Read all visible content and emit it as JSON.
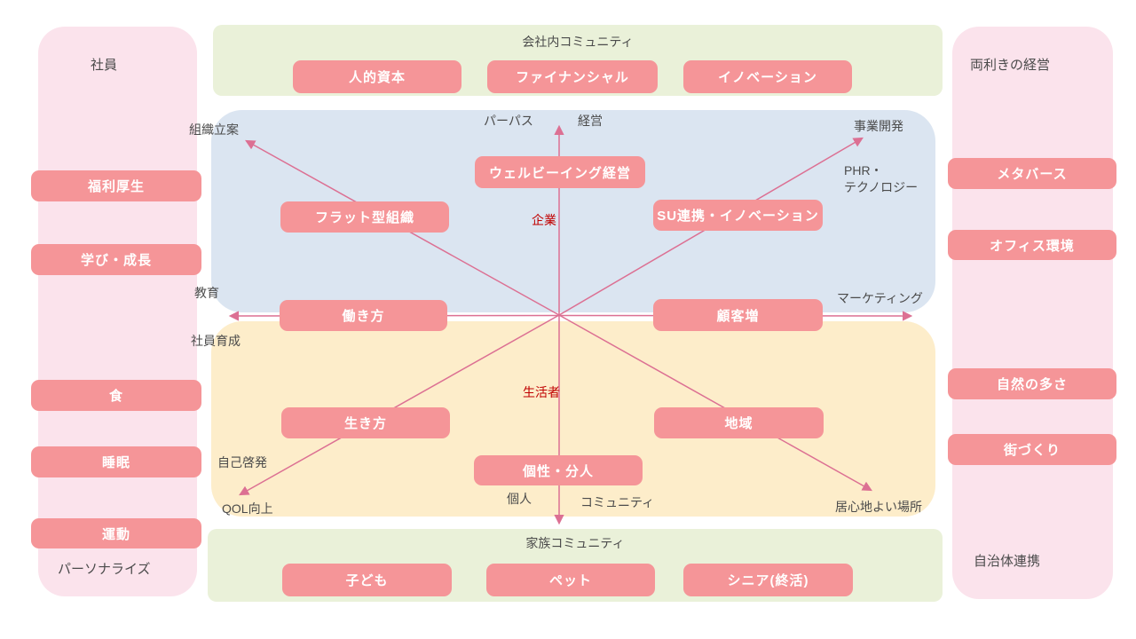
{
  "colors": {
    "chip_fill": "#f59598",
    "chip_text": "#ffffff",
    "panel_pink": "#fbe3ec",
    "panel_green": "#eaf1d9",
    "panel_blue": "#dbe5f1",
    "panel_yellow": "#fdedca",
    "arrow": "#dc7093",
    "red_label": "#c00000",
    "gray_label": "#4b4b4b"
  },
  "left_panel": {
    "title": "社員",
    "items": [
      "福利厚生",
      "学び・成長",
      "食",
      "睡眠",
      "運動"
    ],
    "footer": "パーソナライズ"
  },
  "top_panel": {
    "title": "会社内コミュニティ",
    "items": [
      "人的資本",
      "ファイナンシャル",
      "イノベーション"
    ]
  },
  "right_panel": {
    "title": "両利きの経営",
    "items": [
      "メタバース",
      "オフィス環境",
      "自然の多さ",
      "街づくり"
    ],
    "footer": "自治体連携"
  },
  "bottom_panel": {
    "title": "家族コミュニティ",
    "items": [
      "子ども",
      "ペット",
      "シニア(終活)"
    ]
  },
  "matrix": {
    "center_top_label": "企業",
    "center_bottom_label": "生活者",
    "axis_ends": {
      "top_left_diag": "組織立案",
      "top_axis_left": "パーパス",
      "top_axis_right": "経営",
      "top_right_diag": "事業開発",
      "right_note_line1": "PHR・",
      "right_note_line2": "テクノロジー",
      "left_upper": "教育",
      "left_lower": "社員育成",
      "right_axis": "マーケティング",
      "left_diag_note": "自己啓発",
      "bottom_left_diag": "QOL向上",
      "bottom_axis_left": "個人",
      "bottom_axis_right": "コミュニティ",
      "bottom_right_diag": "居心地よい場所"
    },
    "chips": {
      "wellbeing": "ウェルビーイング経営",
      "flat_org": "フラット型組織",
      "su_innovation": "SU連携・イノベーション",
      "work_style": "働き方",
      "customer_growth": "顧客増",
      "way_of_life": "生き方",
      "region": "地域",
      "individuality": "個性・分人"
    }
  }
}
